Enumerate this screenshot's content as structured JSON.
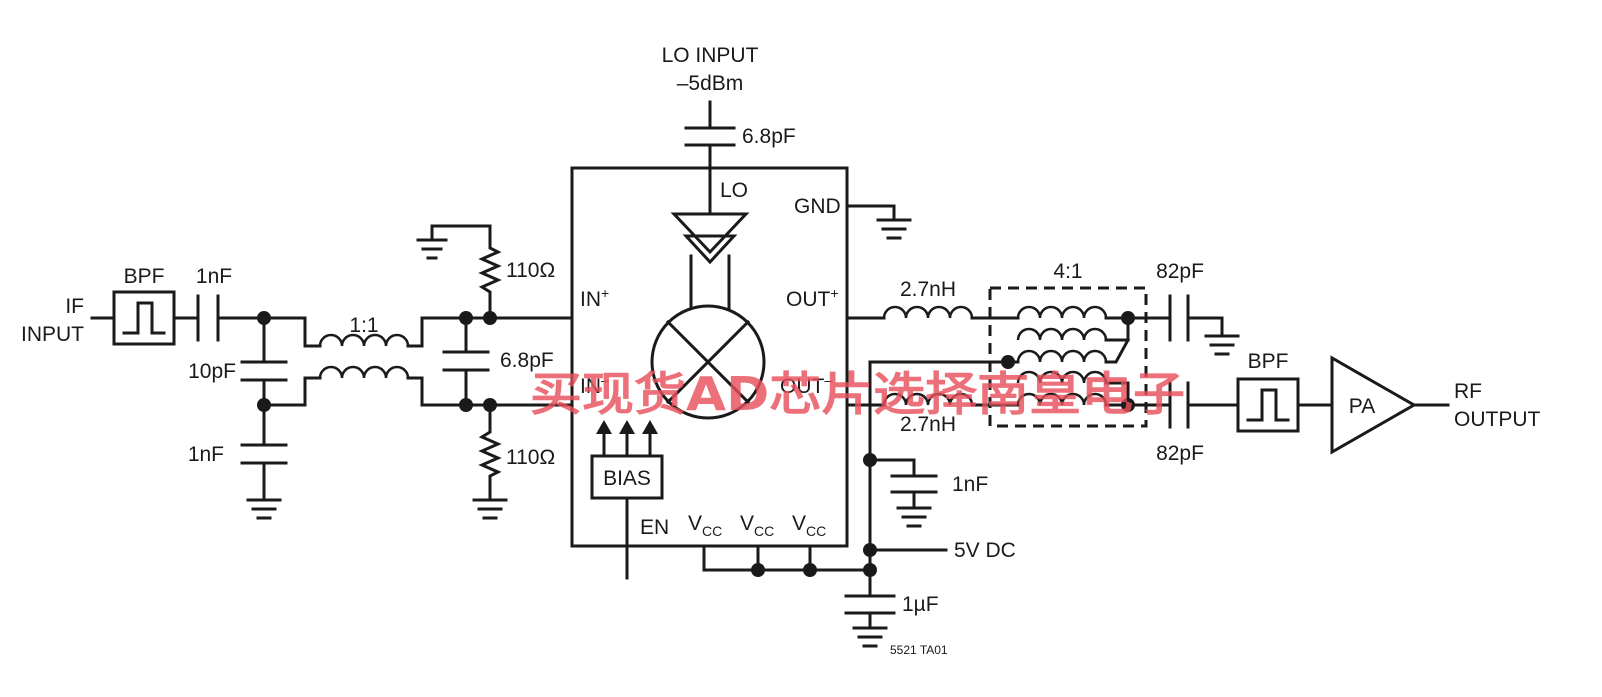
{
  "labels": {
    "if_input_line1": "IF",
    "if_input_line2": "INPUT",
    "bpf_in": "BPF",
    "cap_1nf_series": "1nF",
    "cap_10pf": "10pF",
    "cap_1nf_shunt": "1nF",
    "balun_in": "1:1",
    "res_top": "110Ω",
    "res_bottom": "110Ω",
    "cap_6p8pf_mid": "6.8pF",
    "lo_input_line1": "LO INPUT",
    "lo_input_line2": "–5dBm",
    "cap_6p8pf_lo": "6.8pF",
    "pin_lo": "LO",
    "pin_gnd": "GND",
    "pin_in_plus": "IN",
    "pin_in_minus": "IN",
    "pin_out_plus": "OUT",
    "pin_out_minus": "OUT",
    "bias": "BIAS",
    "pin_en": "EN",
    "pin_vcc_1": "V",
    "pin_vcc_2": "V",
    "pin_vcc_3": "V",
    "vcc_sub": "CC",
    "sup_plus": "+",
    "sup_minus": "–",
    "ind_top": "2.7nH",
    "ind_bottom": "2.7nH",
    "balun_out": "4:1",
    "cap_82pf_top": "82pF",
    "cap_82pf_bottom": "82pF",
    "cap_1nf_dc": "1nF",
    "supply": "5V DC",
    "cap_1uf": "1µF",
    "bpf_out": "BPF",
    "pa": "PA",
    "rf_output_line1": "RF",
    "rf_output_line2": "OUTPUT",
    "figure_id": "5521 TA01"
  },
  "watermark": "买现货AD芯片选择南皇电子",
  "colors": {
    "ink": "#1a1a1a",
    "watermark": "#e8505b"
  }
}
